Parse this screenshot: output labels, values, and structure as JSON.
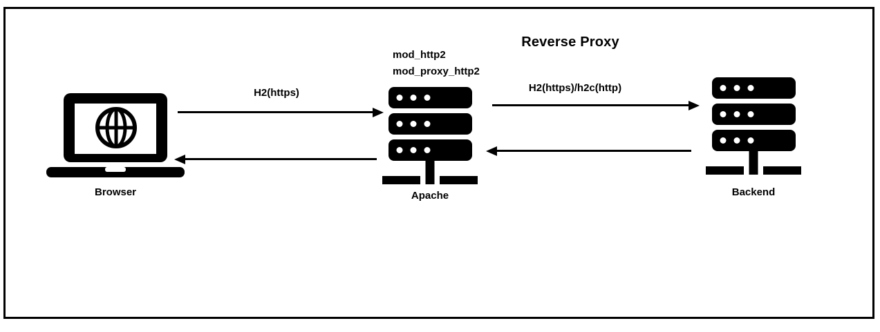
{
  "diagram": {
    "title": "Reverse Proxy",
    "colors": {
      "foreground": "#000000",
      "background": "#ffffff"
    },
    "nodes": {
      "browser": {
        "label": "Browser",
        "icon": "laptop-globe-icon"
      },
      "apache": {
        "label": "Apache",
        "icon": "server-stack-icon",
        "modules": [
          "mod_http2",
          "mod_proxy_http2"
        ]
      },
      "backend": {
        "label": "Backend",
        "icon": "server-stack-icon"
      }
    },
    "edges": [
      {
        "from": "Browser",
        "to": "Apache",
        "direction": "right",
        "label": "H2(https)"
      },
      {
        "from": "Apache",
        "to": "Browser",
        "direction": "left",
        "label": ""
      },
      {
        "from": "Apache",
        "to": "Backend",
        "direction": "right",
        "label": "H2(https)/h2c(http)"
      },
      {
        "from": "Backend",
        "to": "Apache",
        "direction": "left",
        "label": ""
      }
    ]
  }
}
